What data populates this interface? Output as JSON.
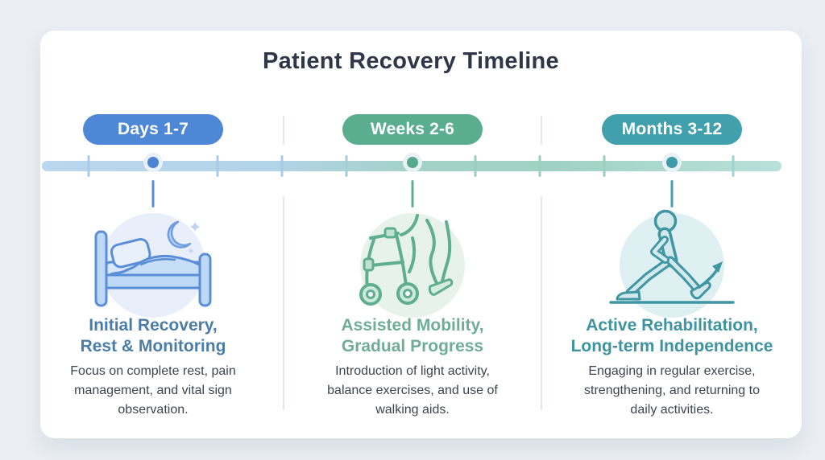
{
  "title": "Patient Recovery Timeline",
  "colors": {
    "page_background": "#ebeff4",
    "card_background": "#ffffff",
    "title_text": "#2d3748",
    "timeline_gradient_start": "#bad7f0",
    "timeline_gradient_end": "#b9e0da",
    "phase1_accent": "#4d87d6",
    "phase2_accent": "#5bad90",
    "phase3_accent": "#42a0ad"
  },
  "phases": [
    {
      "pill_label": "Days 1-7",
      "icon": "hospital-bed-moon-icon",
      "heading": "Initial Recovery,\nRest & Monitoring",
      "description": "Focus on complete rest, pain\nmanagement, and vital sign\nobservation.",
      "accent_color": "#4d87d6",
      "heading_color": "#4a7da8"
    },
    {
      "pill_label": "Weeks 2-6",
      "icon": "walker-assisted-mobility-icon",
      "heading": "Assisted Mobility,\nGradual Progress",
      "description": "Introduction of light activity,\nbalance exercises, and use of\nwalking aids.",
      "accent_color": "#5bad90",
      "heading_color": "#6fae95"
    },
    {
      "pill_label": "Months 3-12",
      "icon": "walking-person-progress-icon",
      "heading": "Active Rehabilitation,\nLong-term Independence",
      "description": "Engaging in regular exercise,\nstrengthening, and returning to\ndaily activities.",
      "accent_color": "#42a0ad",
      "heading_color": "#3e93a0"
    }
  ]
}
